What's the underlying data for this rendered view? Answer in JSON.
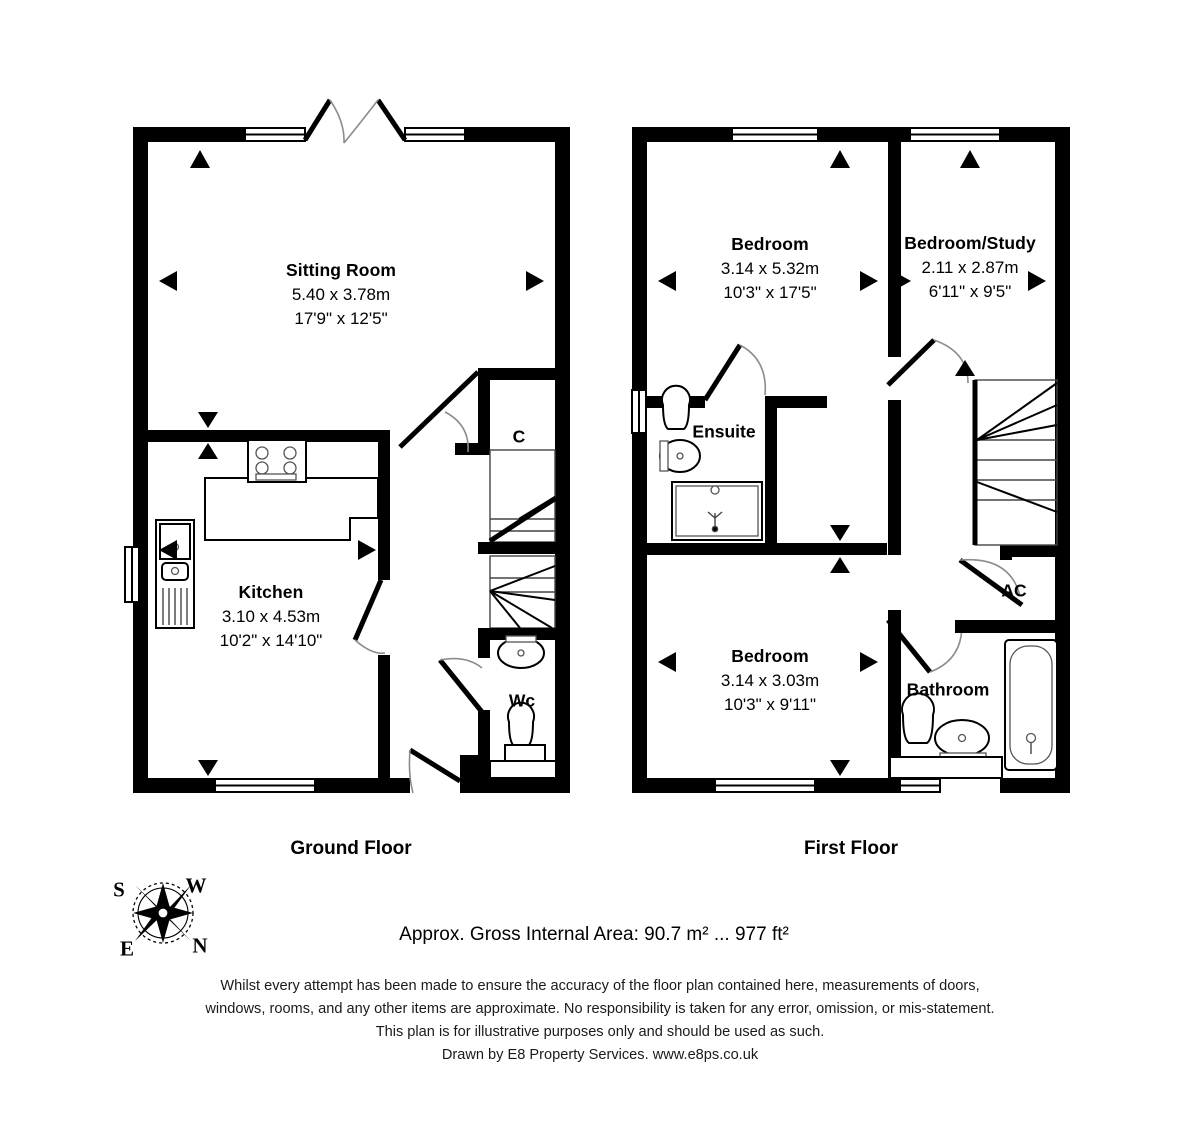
{
  "document": {
    "type": "floor-plan",
    "floors": [
      {
        "id": "ground",
        "title": "Ground Floor",
        "rooms": [
          {
            "name": "Sitting Room",
            "metric": "5.40 x 3.78m",
            "imperial": "17'9\" x 12'5\""
          },
          {
            "name": "Kitchen",
            "metric": "3.10 x 4.53m",
            "imperial": "10'2\" x 14'10\""
          }
        ],
        "annotations": [
          {
            "label": "C"
          },
          {
            "label": "Wc"
          }
        ]
      },
      {
        "id": "first",
        "title": "First Floor",
        "rooms": [
          {
            "name": "Bedroom",
            "metric": "3.14 x 5.32m",
            "imperial": "10'3\" x 17'5\""
          },
          {
            "name": "Bedroom/Study",
            "metric": "2.11 x 2.87m",
            "imperial": "6'11\" x 9'5\""
          },
          {
            "name": "Bedroom",
            "metric": "3.14 x 3.03m",
            "imperial": "10'3\" x 9'11\""
          }
        ],
        "annotations": [
          {
            "label": "Ensuite"
          },
          {
            "label": "AC"
          },
          {
            "label": "Bathroom"
          }
        ]
      }
    ],
    "compass": {
      "name": "compass-rose",
      "points": [
        {
          "label": "S",
          "position": "top-left"
        },
        {
          "label": "W",
          "position": "top-right"
        },
        {
          "label": "E",
          "position": "bottom-left"
        },
        {
          "label": "N",
          "position": "bottom-right"
        }
      ]
    },
    "area_note": "Approx. Gross Internal Area: 90.7 m² ... 977 ft²",
    "disclaimer_lines": [
      "Whilst every attempt has been made to ensure the accuracy of the floor plan contained here, measurements of doors,",
      "windows, rooms, and any other items are approximate. No responsibility is taken for any error, omission, or mis-statement.",
      "This plan is for illustrative purposes only and should be used as such.",
      "Drawn by E8 Property Services. www.e8ps.co.uk"
    ],
    "colors": {
      "wall": "#000000",
      "background": "#ffffff",
      "door_swing": "#8c8c8c",
      "fixture_outline": "#000000"
    }
  }
}
